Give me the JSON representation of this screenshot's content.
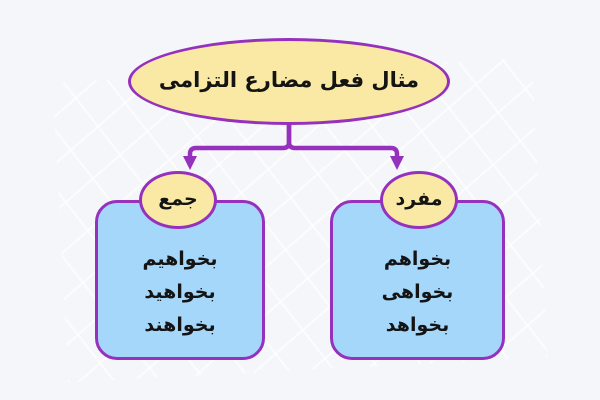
{
  "page": {
    "background_color": "#f5f6f9"
  },
  "colors": {
    "accent_purple": "#9631bd",
    "node_yellow_fill": "#f9e9a4",
    "box_blue_fill": "#a5d7fb",
    "text_color": "#141414"
  },
  "diagram": {
    "root": {
      "label": "مثال فعل مضارع التزامی"
    },
    "branches": [
      {
        "id": "plural",
        "side": "left",
        "label": "جمع",
        "items": [
          "بخواهیم",
          "بخواهید",
          "بخواهند"
        ]
      },
      {
        "id": "singular",
        "side": "right",
        "label": "مفرد",
        "items": [
          "بخواهم",
          "بخواهی",
          "بخواهد"
        ]
      }
    ]
  }
}
